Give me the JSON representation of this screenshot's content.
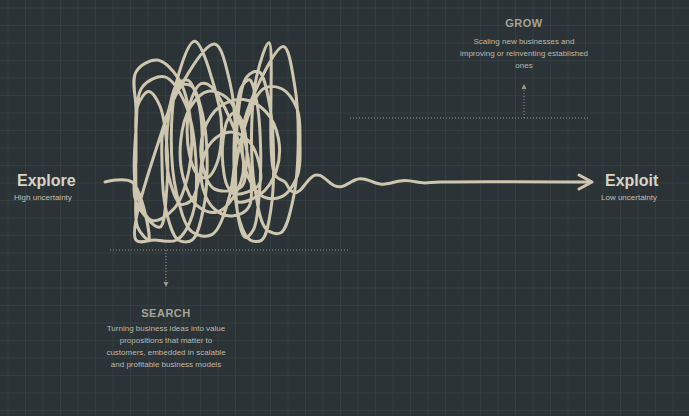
{
  "diagram": {
    "labels": [
      "GROW",
      "Scaling new businesses and improving or reinventing established ones",
      "Explore",
      "High uncertainty",
      "Exploit",
      "Low uncertainty",
      "SEARCH",
      "Turning business ideas into value propositions that matter to customers, embedded in scalable and profitable business models"
    ]
  }
}
